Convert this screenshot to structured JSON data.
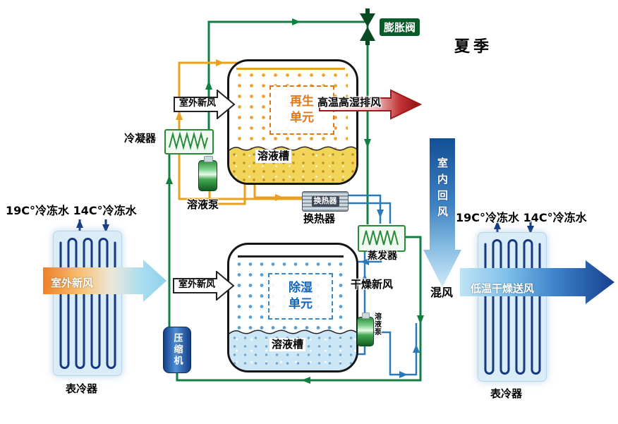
{
  "diagram": {
    "season_title": "夏季",
    "expansion_valve_label": "膨胀阀",
    "condenser_label": "冷凝器",
    "regen_pump_label": "溶液泵",
    "regen_unit_label": "再生单元",
    "regen_tank_label": "溶液槽",
    "regen_inlet_arrow_label": "室外新风",
    "exhaust_arrow_label": "高温高湿排风",
    "heat_exchanger_tag": "换热器",
    "heat_exchanger_label": "换热器",
    "evaporator_label": "蒸发器",
    "indoor_return_arrow_label": "室内回风",
    "mixed_air_label": "混风",
    "chilled_water_left_label": "19C°冷冻水 14C°冷冻水",
    "chilled_water_right_label": "19C°冷冻水 14C°冷冻水",
    "left_cooler_arrow_label": "室外新风",
    "left_cooler_label": "表冷器",
    "right_cooler_arrow_label": "低温干燥送风",
    "right_cooler_label": "表冷器",
    "dehumid_unit_label": "除湿单元",
    "dehumid_tank_label": "溶液槽",
    "dehumid_inlet_arrow_label": "室外新风",
    "dry_air_label": "干燥新风",
    "dehumid_pump_label": "溶液泵",
    "compressor_label": "压缩机"
  },
  "colors": {
    "refrigerant_pipe": "#0f8040",
    "hot_solution_pipe": "#e8a020",
    "cold_solution_pipe": "#2a7ab8",
    "chilled_water_pipe": "#16387f",
    "exhaust_arrow": "#a01818",
    "return_air_dark": "#124f96",
    "return_air_light": "#cfe9f8",
    "regen_accent": "#e07818",
    "dehumid_accent": "#1166bb",
    "regen_tank_fill": "#f2d458",
    "dehumid_tank_fill": "#cbe7f6"
  }
}
